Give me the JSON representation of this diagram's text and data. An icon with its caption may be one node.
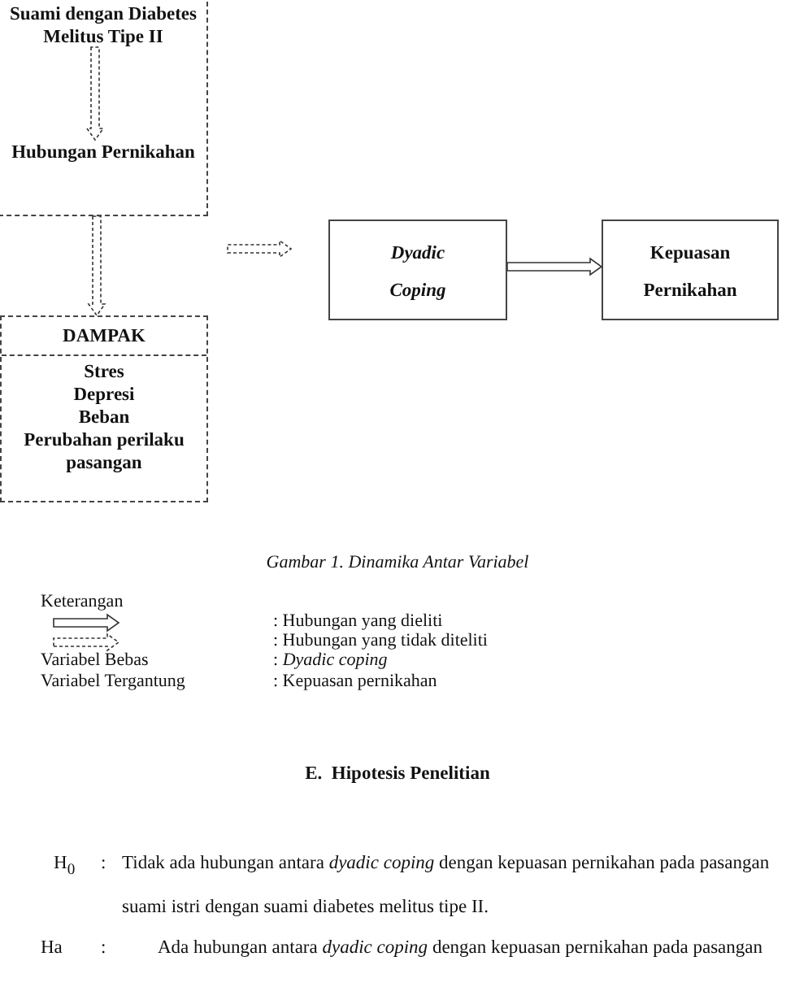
{
  "diagram": {
    "caption": "Gambar 1. Dinamika Antar Variabel",
    "nodes": [
      {
        "text": [],
        "shape": "box"
      },
      {
        "text": [
          "Suami dengan Diabetes Melitus Tipe II"
        ],
        "in": 0
      },
      {
        "text": [
          "Hubungan Pernikahan"
        ],
        "in": 0
      },
      {
        "text": [
          "DAMPAK",
          "Stres",
          "Depresi",
          "Beban",
          "Perubahan perilaku pasangan"
        ]
      },
      {
        "text": [
          "Dyadic Coping"
        ]
      },
      {
        "text": [
          "Kepuasan Pernikahan"
        ]
      }
    ],
    "edges": [
      {
        "from": 1,
        "to": 2,
        "arrow": "to",
        "style": "dashed"
      },
      {
        "from": 0,
        "to": 3,
        "arrow": "to",
        "style": "dashed"
      },
      {
        "from": null,
        "to": 4,
        "arrow": "to",
        "style": "dashed"
      },
      {
        "from": 4,
        "to": 5,
        "arrow": "to"
      }
    ],
    "labels": [
      "Keterangan",
      "Variabel Bebas",
      ": *Dyadic coping*",
      "Variabel Tergantung",
      ": Kepuasan pernikahan",
      "E.  Hipotesis Penelitian",
      "H$_{0}$",
      ":",
      "Tidak ada hubungan antara *dyadic coping* dengan kepuasan pernikahan pada pasangan suami istri dengan suami diabetes melitus tipe II.",
      "Ha",
      ":",
      "Ada hubungan antara *dyadic coping* dengan kepuasan pernikahan pada pasangan"
    ],
    "legend": [
      {
        "text": ": Hubungan yang dieliti"
      },
      {
        "text": ": Hubungan yang tidak diteliti"
      }
    ]
  }
}
